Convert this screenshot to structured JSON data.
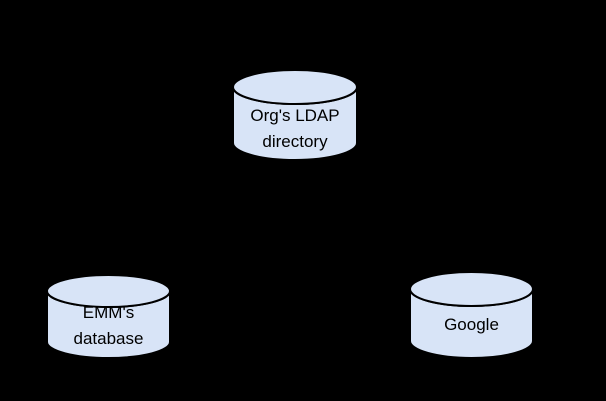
{
  "colors": {
    "background": "#000000",
    "cylinder_fill": "#d8e4f7",
    "cylinder_stroke": "#000000",
    "label_text": "#000000"
  },
  "diagram": {
    "type": "architecture-diagram",
    "nodes": [
      {
        "id": "org-ldap-directory",
        "shape": "cylinder",
        "line1": "Org's LDAP",
        "line2": "directory"
      },
      {
        "id": "emm-database",
        "shape": "cylinder",
        "line1": "EMM's",
        "line2": "database"
      },
      {
        "id": "google",
        "shape": "cylinder",
        "line1": "Google"
      }
    ]
  }
}
